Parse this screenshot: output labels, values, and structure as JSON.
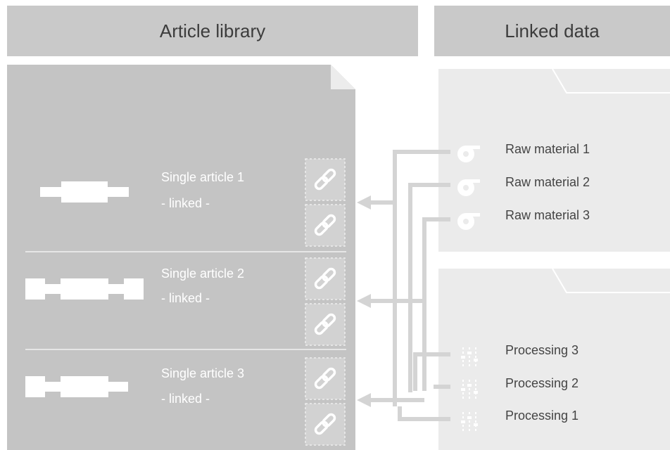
{
  "headers": {
    "left_title": "Article library",
    "right_title": "Linked data"
  },
  "articles": [
    {
      "name": "Single article 1",
      "status": "- linked -"
    },
    {
      "name": "Single article 2",
      "status": "- linked -"
    },
    {
      "name": "Single article 3",
      "status": "- linked -"
    }
  ],
  "raw_materials": [
    "Raw material 1",
    "Raw material 2",
    "Raw material 3"
  ],
  "processing": [
    "Processing 3",
    "Processing 2",
    "Processing 1"
  ],
  "icons": {
    "link": "link-icon",
    "raw_material": "material-roll-icon",
    "processing": "slider-controls-icon",
    "article": "profile-part-icon"
  },
  "colors": {
    "header_bg": "#c9c9c9",
    "library_bg": "#c4c4c4",
    "linked_bg": "#ebebeb",
    "connector": "#d4d4d4",
    "text_dark": "#444444",
    "text_light": "#ffffff"
  }
}
